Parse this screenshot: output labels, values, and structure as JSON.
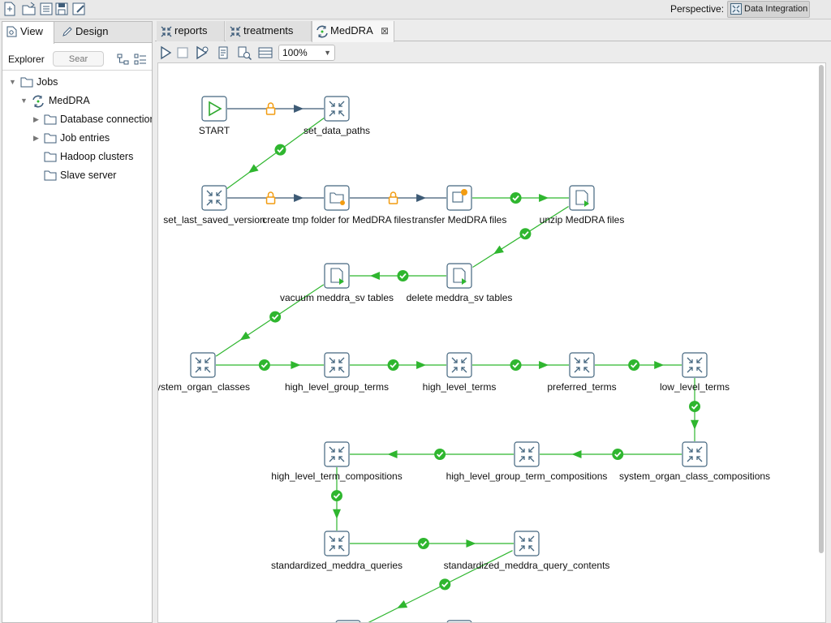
{
  "window": {
    "perspective_label": "Perspective:",
    "perspective_value": "Data Integration",
    "toolbar_icons": [
      "new-file-icon",
      "open-folder-icon",
      "explorer-icon",
      "save-icon",
      "save-as-icon"
    ]
  },
  "left_panel": {
    "tabs": [
      {
        "label": "View",
        "icon": "view-icon",
        "active": true
      },
      {
        "label": "Design",
        "icon": "pencil-icon",
        "active": false
      }
    ],
    "explorer_label": "Explorer",
    "search_placeholder": "Sear",
    "tree": [
      {
        "label": "Jobs",
        "icon": "folder-icon",
        "expanded": true,
        "level": 0
      },
      {
        "label": "MedDRA",
        "icon": "job-icon",
        "expanded": true,
        "level": 1
      },
      {
        "label": "Database connections",
        "icon": "folder-icon",
        "expanded": false,
        "level": 2,
        "has_children": true
      },
      {
        "label": "Job entries",
        "icon": "folder-icon",
        "expanded": false,
        "level": 2,
        "has_children": true
      },
      {
        "label": "Hadoop clusters",
        "icon": "folder-icon",
        "level": 2,
        "has_children": false
      },
      {
        "label": "Slave server",
        "icon": "folder-icon",
        "level": 2,
        "has_children": false
      }
    ]
  },
  "editor": {
    "tabs": [
      {
        "label": "reports",
        "icon": "transformation-icon",
        "active": false
      },
      {
        "label": "treatments",
        "icon": "transformation-icon",
        "active": false
      },
      {
        "label": "MedDRA",
        "icon": "job-icon",
        "active": true,
        "closable": true
      }
    ],
    "toolbar_icons": [
      "run-icon",
      "stop-icon",
      "preview-icon",
      "check-icon",
      "analyze-icon",
      "sql-icon"
    ],
    "zoom": "100%"
  },
  "flow": {
    "colors": {
      "success": "#2fb62f",
      "unconditional": "#3d5a75",
      "lock": "#f29c11",
      "node_border": "#44667f",
      "start": "#2fa92f"
    },
    "nodes": [
      {
        "id": "start",
        "label": "START",
        "type": "start"
      },
      {
        "id": "set_data_paths",
        "label": "set_data_paths",
        "type": "transform"
      },
      {
        "id": "set_last_saved_version",
        "label": "set_last_saved_version",
        "type": "transform"
      },
      {
        "id": "create_tmp",
        "label": "create tmp folder for MedDRA files",
        "type": "folder"
      },
      {
        "id": "transfer",
        "label": "transfer MedDRA files",
        "type": "transfer"
      },
      {
        "id": "unzip",
        "label": "unzip MedDRA files",
        "type": "script"
      },
      {
        "id": "delete",
        "label": "delete meddra_sv tables",
        "type": "sql"
      },
      {
        "id": "vacuum",
        "label": "vacuum meddra_sv tables",
        "type": "sql"
      },
      {
        "id": "soc",
        "label": "ystem_organ_classes",
        "type": "transform"
      },
      {
        "id": "hlgt",
        "label": "high_level_group_terms",
        "type": "transform"
      },
      {
        "id": "hlt",
        "label": "high_level_terms",
        "type": "transform"
      },
      {
        "id": "pt",
        "label": "preferred_terms",
        "type": "transform"
      },
      {
        "id": "llt",
        "label": "low_level_terms",
        "type": "transform"
      },
      {
        "id": "soc_comp",
        "label": "system_organ_class_compositions",
        "type": "transform"
      },
      {
        "id": "hlgt_comp",
        "label": "high_level_group_term_compositions",
        "type": "transform"
      },
      {
        "id": "hlt_comp",
        "label": "high_level_term_compositions",
        "type": "transform"
      },
      {
        "id": "smq",
        "label": "standardized_meddra_queries",
        "type": "transform"
      },
      {
        "id": "smq_contents",
        "label": "standardized_meddra_query_contents",
        "type": "transform"
      },
      {
        "id": "next_a",
        "label": "",
        "type": "transform"
      },
      {
        "id": "next_b",
        "label": "",
        "type": "transform"
      }
    ],
    "hops": [
      {
        "from": "start",
        "to": "set_data_paths",
        "kind": "unconditional"
      },
      {
        "from": "set_data_paths",
        "to": "set_last_saved_version",
        "kind": "success"
      },
      {
        "from": "set_last_saved_version",
        "to": "create_tmp",
        "kind": "unconditional"
      },
      {
        "from": "create_tmp",
        "to": "transfer",
        "kind": "unconditional"
      },
      {
        "from": "transfer",
        "to": "unzip",
        "kind": "success"
      },
      {
        "from": "unzip",
        "to": "delete",
        "kind": "success"
      },
      {
        "from": "delete",
        "to": "vacuum",
        "kind": "success"
      },
      {
        "from": "vacuum",
        "to": "soc",
        "kind": "success"
      },
      {
        "from": "soc",
        "to": "hlgt",
        "kind": "success"
      },
      {
        "from": "hlgt",
        "to": "hlt",
        "kind": "success"
      },
      {
        "from": "hlt",
        "to": "pt",
        "kind": "success"
      },
      {
        "from": "pt",
        "to": "llt",
        "kind": "success"
      },
      {
        "from": "llt",
        "to": "soc_comp",
        "kind": "success"
      },
      {
        "from": "soc_comp",
        "to": "hlgt_comp",
        "kind": "success"
      },
      {
        "from": "hlgt_comp",
        "to": "hlt_comp",
        "kind": "success"
      },
      {
        "from": "hlt_comp",
        "to": "smq",
        "kind": "success"
      },
      {
        "from": "smq",
        "to": "smq_contents",
        "kind": "success"
      },
      {
        "from": "smq_contents",
        "to": "next_a",
        "kind": "success"
      }
    ]
  }
}
